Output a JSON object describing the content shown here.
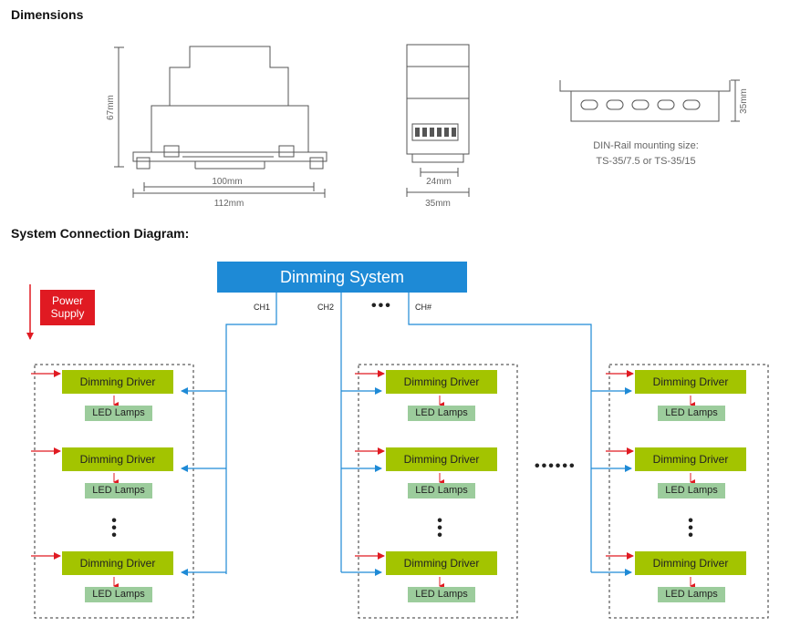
{
  "headings": {
    "dimensions": "Dimensions",
    "system_connection": "System Connection Diagram:"
  },
  "dimensions": {
    "height_label": "67mm",
    "inner_width_label": "100mm",
    "outer_width_label": "112mm",
    "side_inner_label": "24mm",
    "side_outer_label": "35mm",
    "rail_height_label": "35mm",
    "din_caption_line1": "DIN-Rail mounting size:",
    "din_caption_line2": "TS-35/7.5 or TS-35/15"
  },
  "diagram": {
    "dimming_system": "Dimming System",
    "power_supply_line1": "Power",
    "power_supply_line2": "Supply",
    "channels": [
      "CH1",
      "CH2",
      "CH#"
    ],
    "ellipsis_top": "•••",
    "ellipsis_mid": "••••••",
    "ellipsis_vertical": "•\n•\n•",
    "driver_label": "Dimming Driver",
    "lamp_label": "LED Lamps",
    "colors": {
      "dimming_system": "#1e8ad6",
      "power_supply": "#e01a22",
      "driver": "#a3c400",
      "lamp": "#9ccc9c",
      "signal_line": "#1e8ad6",
      "power_arrow": "#e01a22"
    }
  }
}
